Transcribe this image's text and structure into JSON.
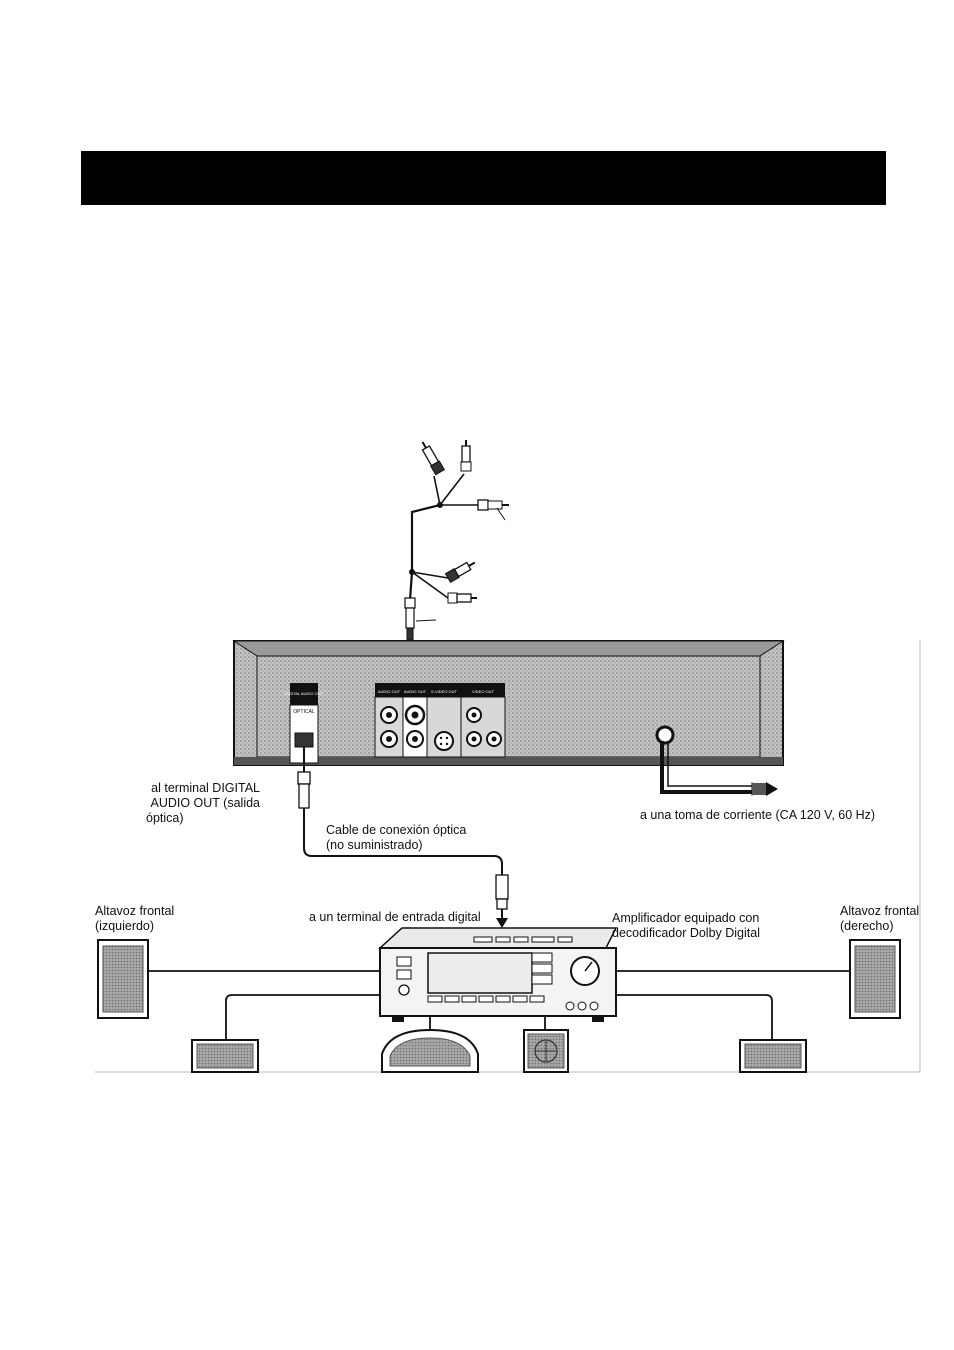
{
  "header": {
    "title": ""
  },
  "labels": {
    "digital_out": [
      "al terminal DIGITAL",
      "AUDIO OUT (salida",
      "óptica)"
    ],
    "power": "a una toma de corriente (CA 120 V, 60 Hz)",
    "optical_cable": [
      "Cable de conexión óptica",
      "(no suministrado)"
    ],
    "front_left": [
      "Altavoz frontal",
      "(izquierdo)"
    ],
    "digital_in": "a un terminal de entrada digital",
    "amplifier": [
      "Amplificador equipado con",
      "decodificador Dolby Digital"
    ],
    "front_right": [
      "Altavoz frontal",
      "(derecho)"
    ]
  },
  "panel_labels": {
    "digital_audio_out": "DIGITAL AUDIO OUT",
    "optical": "OPTICAL",
    "audio_out": "AUDIO OUT",
    "s_video_out": "S-VIDEO OUT",
    "video_out": "VIDEO OUT"
  },
  "colors": {
    "panel_fill": "#b9b9b9",
    "line": "#111111",
    "header": "#000000"
  }
}
